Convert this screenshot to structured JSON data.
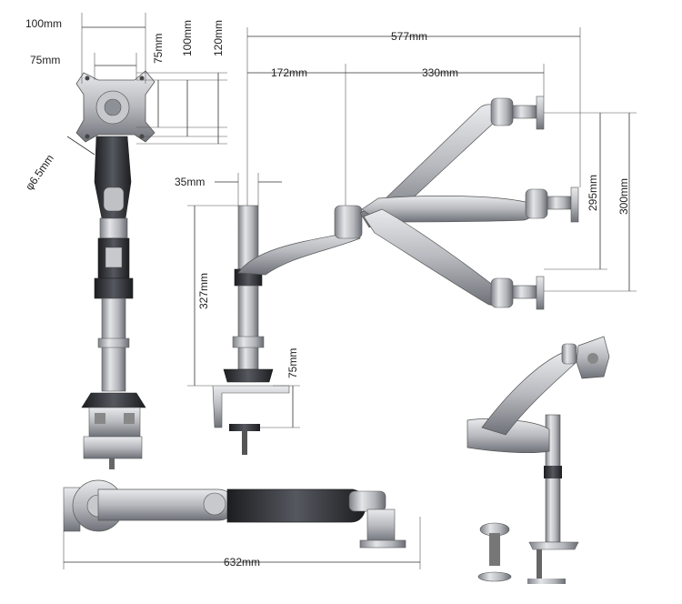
{
  "diagram": {
    "dimension_labels": {
      "vesa_width_100": "100mm",
      "vesa_width_75": "75mm",
      "vesa_height_75": "75mm",
      "vesa_height_100": "100mm",
      "vesa_height_120": "120mm",
      "screw_diameter": "φ6.5mm",
      "reach_total": "577mm",
      "reach_first_arm": "172mm",
      "reach_second_arm": "330mm",
      "pole_width": "35mm",
      "pole_height": "327mm",
      "vertical_range_295": "295mm",
      "vertical_range_300": "300mm",
      "clamp_height": "75mm",
      "folded_length": "632mm"
    },
    "colors": {
      "metal_light": "#d9dadd",
      "metal_mid": "#a9abb0",
      "metal_dark": "#5c5f66",
      "black_part": "#2b2d31",
      "line": "#333333"
    }
  }
}
